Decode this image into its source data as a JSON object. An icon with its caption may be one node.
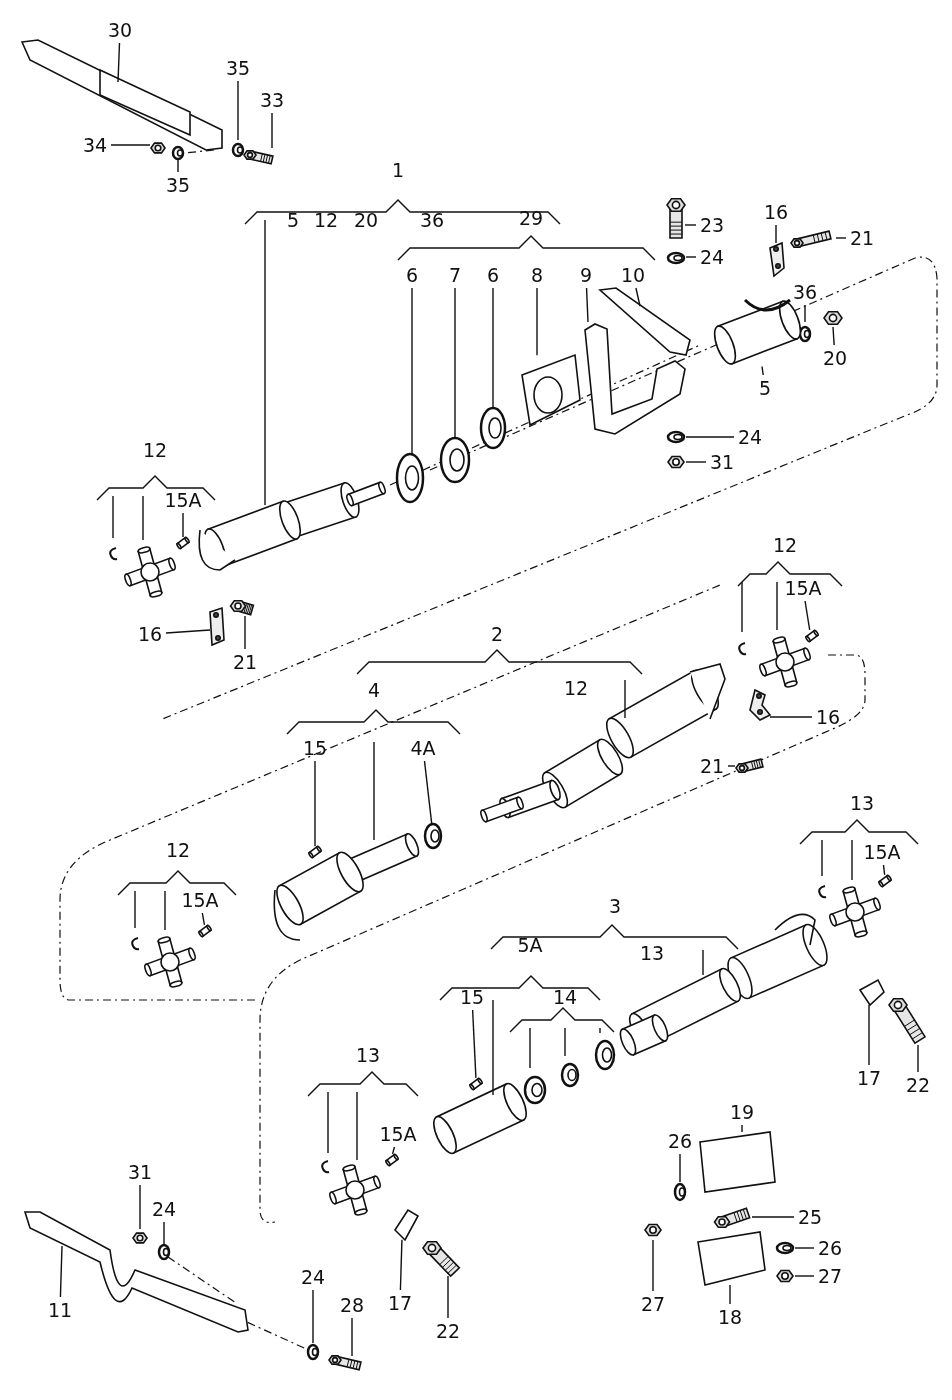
{
  "diagram": {
    "nodes": [
      {
        "text": [
          "30"
        ]
      },
      {
        "text": [
          "35"
        ]
      },
      {
        "text": [
          "33"
        ]
      },
      {
        "text": [
          "34"
        ]
      },
      {
        "text": [
          "35"
        ]
      },
      {
        "text": [
          "6"
        ]
      },
      {
        "text": [
          "7"
        ]
      },
      {
        "text": [
          "6"
        ]
      },
      {
        "text": [
          "8"
        ]
      },
      {
        "text": [
          "9"
        ]
      },
      {
        "text": [
          "10"
        ]
      },
      {
        "text": [
          "23"
        ]
      },
      {
        "text": [
          "24"
        ]
      },
      {
        "text": [
          "16"
        ]
      },
      {
        "text": [
          "21"
        ]
      },
      {
        "text": [
          "36"
        ]
      },
      {
        "text": [
          "20"
        ]
      },
      {
        "text": [
          "5"
        ]
      },
      {
        "text": [
          "24"
        ]
      },
      {
        "text": [
          "31"
        ]
      },
      {
        "text": [
          "15A"
        ]
      },
      {
        "text": [
          "16"
        ]
      },
      {
        "text": [
          "21"
        ]
      },
      {
        "text": [
          "15A"
        ]
      },
      {
        "text": [
          "16"
        ]
      },
      {
        "text": [
          "21"
        ]
      },
      {
        "text": [
          "15"
        ]
      },
      {
        "text": [
          "4A"
        ]
      },
      {
        "text": [
          "15A"
        ]
      },
      {
        "text": [
          "15A"
        ]
      },
      {
        "text": [
          "15"
        ]
      },
      {
        "text": [
          "15A"
        ]
      },
      {
        "text": [
          "17"
        ]
      },
      {
        "text": [
          "22"
        ]
      },
      {
        "text": [
          "19"
        ]
      },
      {
        "text": [
          "26"
        ]
      },
      {
        "text": [
          "25"
        ]
      },
      {
        "text": [
          "26"
        ]
      },
      {
        "text": [
          "27"
        ]
      },
      {
        "text": [
          "27"
        ]
      },
      {
        "text": [
          "18"
        ]
      },
      {
        "text": [
          "31"
        ]
      },
      {
        "text": [
          "24"
        ]
      },
      {
        "text": [
          "11"
        ]
      },
      {
        "text": [
          "24"
        ]
      },
      {
        "text": [
          "28"
        ]
      },
      {
        "text": [
          "17"
        ]
      },
      {
        "text": [
          "22"
        ]
      },
      {
        "text": [],
        "shape": "picture"
      },
      {
        "text": [],
        "shape": "picture"
      },
      {
        "text": [],
        "shape": "picture"
      },
      {
        "text": [],
        "shape": "picture"
      },
      {
        "text": [],
        "shape": "picture"
      },
      {
        "text": [],
        "shape": "picture"
      },
      {
        "text": [],
        "shape": "picture"
      },
      {
        "text": [],
        "shape": "picture"
      },
      {
        "text": [],
        "shape": "picture"
      },
      {
        "text": [],
        "shape": "picture"
      },
      {
        "text": [],
        "shape": "picture"
      },
      {
        "text": [],
        "shape": "picture"
      },
      {
        "text": [],
        "shape": "picture"
      },
      {
        "text": [],
        "shape": "picture"
      },
      {
        "text": [],
        "shape": "picture"
      },
      {
        "text": [],
        "shape": "picture"
      },
      {
        "text": [],
        "shape": "picture"
      },
      {
        "text": [],
        "shape": "picture"
      },
      {
        "text": [],
        "shape": "picture"
      },
      {
        "text": [],
        "shape": "picture"
      },
      {
        "text": [],
        "shape": "picture"
      },
      {
        "text": [],
        "shape": "picture"
      },
      {
        "text": [],
        "shape": "picture"
      },
      {
        "text": [],
        "shape": "picture"
      },
      {
        "text": [],
        "shape": "picture"
      },
      {
        "text": [],
        "shape": "picture"
      },
      {
        "text": [],
        "shape": "picture"
      },
      {
        "text": [],
        "shape": "picture"
      },
      {
        "text": [],
        "shape": "picture"
      },
      {
        "text": [],
        "shape": "picture"
      },
      {
        "text": [],
        "shape": "picture"
      },
      {
        "text": [],
        "shape": "picture"
      },
      {
        "text": [],
        "shape": "picture"
      },
      {
        "text": [],
        "shape": "picture"
      },
      {
        "text": [],
        "shape": "picture"
      },
      {
        "text": [],
        "shape": "picture"
      },
      {
        "text": [],
        "shape": "picture"
      },
      {
        "text": [],
        "shape": "picture"
      },
      {
        "text": [],
        "shape": "picture"
      },
      {
        "text": [],
        "shape": "picture"
      },
      {
        "text": [],
        "shape": "picture"
      },
      {
        "text": [],
        "shape": "picture"
      },
      {
        "text": [],
        "shape": "picture"
      },
      {
        "text": [],
        "shape": "picture"
      },
      {
        "text": [],
        "shape": "picture"
      },
      {
        "text": [],
        "shape": "picture"
      },
      {
        "text": [],
        "shape": "picture"
      },
      {
        "text": [],
        "shape": "picture"
      }
    ],
    "edges": [
      {
        "from": 0,
        "to": 48,
        "arrow": "none"
      },
      {
        "from": 1,
        "to": 49,
        "arrow": "none"
      },
      {
        "from": 2,
        "to": 50,
        "arrow": "none"
      },
      {
        "from": 3,
        "to": 51,
        "arrow": "none"
      },
      {
        "from": 4,
        "to": 52,
        "arrow": "none"
      },
      {
        "from": 5,
        "to": 53,
        "arrow": "none"
      },
      {
        "from": 6,
        "to": 54,
        "arrow": "none"
      },
      {
        "from": 7,
        "to": 55,
        "arrow": "none"
      },
      {
        "from": 8,
        "to": 56,
        "arrow": "none"
      },
      {
        "from": 9,
        "to": 57,
        "arrow": "none"
      },
      {
        "from": 10,
        "to": 58,
        "arrow": "none"
      },
      {
        "from": 11,
        "to": 59,
        "arrow": "none"
      },
      {
        "from": 12,
        "to": 60,
        "arrow": "none"
      },
      {
        "from": 13,
        "to": 61,
        "arrow": "none"
      },
      {
        "from": 14,
        "to": 62,
        "arrow": "none"
      },
      {
        "from": 15,
        "to": 63,
        "arrow": "none"
      },
      {
        "from": 16,
        "to": 64,
        "arrow": "none"
      },
      {
        "from": 17,
        "to": 65,
        "arrow": "none"
      },
      {
        "from": 18,
        "to": 66,
        "arrow": "none"
      },
      {
        "from": 19,
        "to": 67,
        "arrow": "none"
      },
      {
        "from": 20,
        "to": 68,
        "arrow": "none"
      },
      {
        "from": 21,
        "to": 69,
        "arrow": "none"
      },
      {
        "from": 22,
        "to": 70,
        "arrow": "none"
      },
      {
        "from": 23,
        "to": 71,
        "arrow": "none"
      },
      {
        "from": 24,
        "to": 72,
        "arrow": "none"
      },
      {
        "from": 25,
        "to": 73,
        "arrow": "none"
      },
      {
        "from": 26,
        "to": 74,
        "arrow": "none"
      },
      {
        "from": 27,
        "to": 75,
        "arrow": "none"
      },
      {
        "from": 28,
        "to": 76,
        "arrow": "none"
      },
      {
        "from": 29,
        "to": 77,
        "arrow": "none"
      },
      {
        "from": 30,
        "to": 78,
        "arrow": "none"
      },
      {
        "from": 31,
        "to": 79,
        "arrow": "none"
      },
      {
        "from": 32,
        "to": 80,
        "arrow": "none"
      },
      {
        "from": 33,
        "to": 81,
        "arrow": "none"
      },
      {
        "from": 34,
        "to": 82,
        "arrow": "none"
      },
      {
        "from": 35,
        "to": 83,
        "arrow": "none"
      },
      {
        "from": 36,
        "to": 84,
        "arrow": "none"
      },
      {
        "from": 37,
        "to": 85,
        "arrow": "none"
      },
      {
        "from": 38,
        "to": 86,
        "arrow": "none"
      },
      {
        "from": 39,
        "to": 87,
        "arrow": "none"
      },
      {
        "from": 40,
        "to": 88,
        "arrow": "none"
      },
      {
        "from": 41,
        "to": 89,
        "arrow": "none"
      },
      {
        "from": 42,
        "to": 90,
        "arrow": "none"
      },
      {
        "from": 43,
        "to": 91,
        "arrow": "none"
      },
      {
        "from": 44,
        "to": 92,
        "arrow": "none"
      },
      {
        "from": 45,
        "to": 93,
        "arrow": "none"
      },
      {
        "from": 46,
        "to": 94,
        "arrow": "none"
      },
      {
        "from": 47,
        "to": 95,
        "arrow": "none"
      },
      {
        "from": 48,
        "to": 52,
        "arrow": "none",
        "style": "dashed"
      },
      {
        "from": 90,
        "to": 91,
        "arrow": "none",
        "style": "dashed"
      },
      {
        "from": 91,
        "to": 92,
        "arrow": "none",
        "style": "dashed"
      }
    ],
    "labels": [
      "1",
      "5",
      "12",
      "20",
      "36",
      "29",
      "12",
      "12",
      "2",
      "4",
      "12",
      "12",
      "13",
      "3",
      "5A",
      "13",
      "14",
      "13"
    ]
  }
}
